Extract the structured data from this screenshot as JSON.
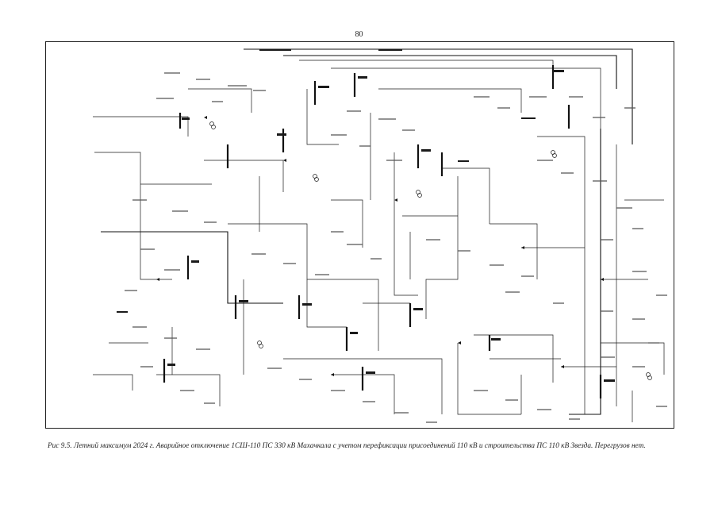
{
  "page": {
    "number": "80"
  },
  "diagram": {
    "content": "power-grid-single-line-scheme"
  },
  "caption": {
    "text": "Рис 9.5. Летний максимум 2024 г. Аварийное отключение 1СШ-110 ПС 330 кВ Махачкала с учетом перефиксации присоединений 110 кВ и строительства ПС 110 кВ Звезда. Перегрузов нет."
  }
}
